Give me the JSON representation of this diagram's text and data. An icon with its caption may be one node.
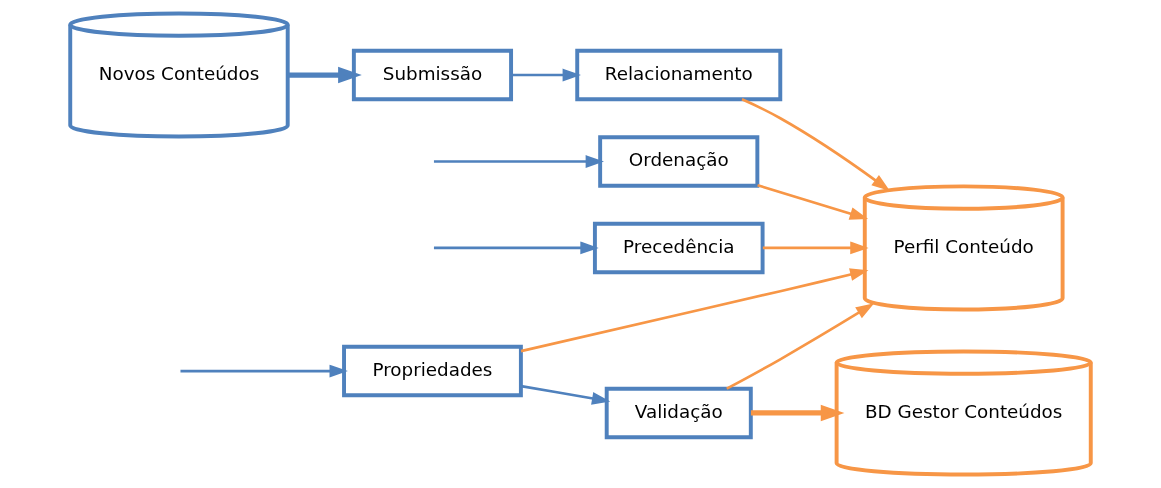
{
  "diagram": {
    "nodes": [
      {
        "text": [
          "Submissão"
        ]
      },
      {
        "text": [
          "Relacionamento"
        ]
      },
      {
        "text": [
          "Ordenação"
        ]
      },
      {
        "text": [
          "Precedência"
        ]
      },
      {
        "text": [
          "Propriedades"
        ]
      },
      {
        "text": [
          "Validação"
        ]
      },
      {
        "text": [
          "Novos Conteúdos"
        ]
      },
      {
        "text": [
          "Perfil Conteúdo"
        ]
      },
      {
        "text": [
          "BD Gestor Conteúdos"
        ]
      }
    ],
    "edges": [
      {
        "from": 6,
        "to": 0,
        "arrow": "to",
        "style": "thick",
        "color": "#4f81bd"
      },
      {
        "from": 0,
        "to": 1,
        "arrow": "to",
        "color": "#4f81bd"
      },
      {
        "from": null,
        "to": 2,
        "arrow": "to",
        "color": "#4f81bd"
      },
      {
        "from": null,
        "to": 3,
        "arrow": "to",
        "color": "#4f81bd"
      },
      {
        "from": null,
        "to": 4,
        "arrow": "to",
        "color": "#4f81bd"
      },
      {
        "from": 4,
        "to": 5,
        "arrow": "to",
        "color": "#4f81bd"
      },
      {
        "from": 1,
        "to": 7,
        "arrow": "to",
        "color": "#f79646"
      },
      {
        "from": 2,
        "to": 7,
        "arrow": "to",
        "color": "#f79646"
      },
      {
        "from": 3,
        "to": 7,
        "arrow": "to",
        "color": "#f79646"
      },
      {
        "from": 4,
        "to": 7,
        "arrow": "to",
        "color": "#f79646"
      },
      {
        "from": 5,
        "to": 7,
        "arrow": "to",
        "color": "#f79646"
      },
      {
        "from": 5,
        "to": 8,
        "arrow": "to",
        "style": "thick",
        "color": "#f79646"
      }
    ]
  }
}
